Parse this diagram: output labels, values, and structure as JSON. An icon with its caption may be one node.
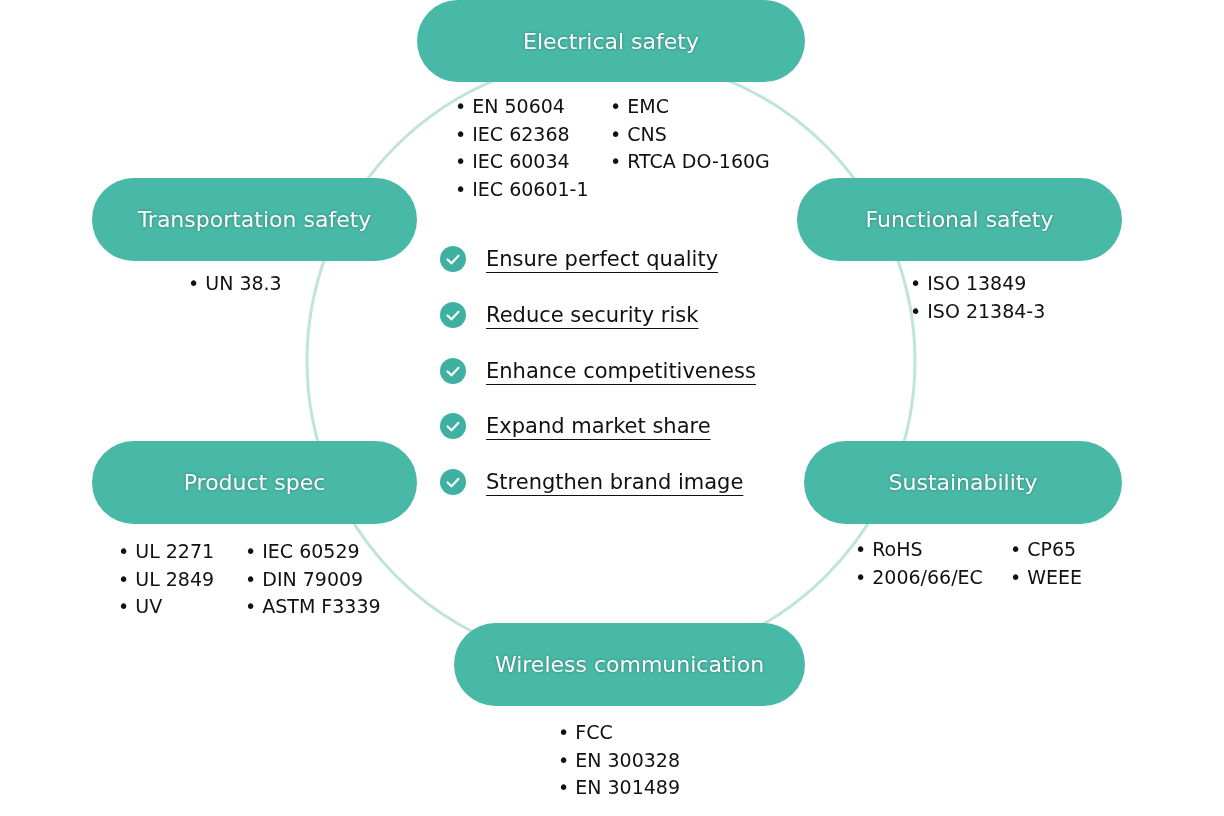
{
  "diagram": {
    "nodes": [
      {
        "text": [
          "Electrical safety"
        ],
        "beside": [
          "• EN 50604",
          "• IEC 62368",
          "• IEC 60034",
          "• IEC 60601-1",
          "• EMC",
          "• CNS",
          "• RTCA DO-160G"
        ]
      },
      {
        "text": [
          "Transportation safety"
        ],
        "beside": [
          "• UN 38.3"
        ]
      },
      {
        "text": [
          "Functional safety"
        ],
        "beside": [
          "• ISO 13849",
          "• ISO 21384-3"
        ]
      },
      {
        "text": [
          "Product spec"
        ],
        "beside": [
          "• UL 2271",
          "• UL 2849",
          "• UV",
          "• IEC 60529",
          "• DIN 79009",
          "• ASTM F3339"
        ]
      },
      {
        "text": [
          "Sustainability"
        ],
        "beside": [
          "• RoHS",
          "• 2006/66/EC",
          "• CP65",
          "• WEEE"
        ]
      },
      {
        "text": [
          "Wireless communication"
        ],
        "beside": [
          "• FCC",
          "• EN 300328",
          "• EN 301489"
        ]
      }
    ],
    "edges": [],
    "labels": [
      "Ensure perfect quality",
      "Reduce security risk",
      "Enhance competitiveness",
      "Expand market share",
      "Strengthen brand image"
    ]
  }
}
